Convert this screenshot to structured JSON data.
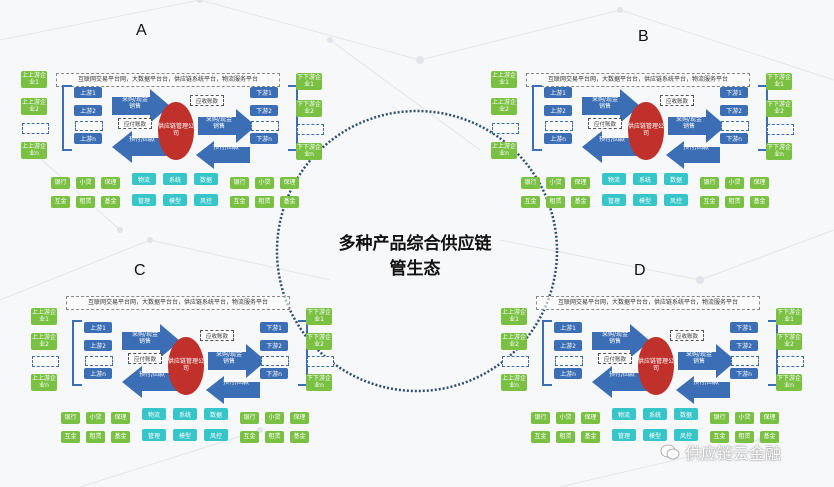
{
  "center_title_line1": "多种产品综合供应链",
  "center_title_line2": "管生态",
  "watermark": "供应链云金融",
  "panel": {
    "platform_bar": "互联网交易平台网，大数据平台台，供应链系统平台，物流服务平台",
    "upstream_enterprises": [
      "上上游企业1",
      "上上游企业2",
      "上上游企业n"
    ],
    "downstream_enterprises": [
      "下下游企业1",
      "下下游企业2",
      "下下游企业n"
    ],
    "upstream": [
      "上游1",
      "上游2",
      "上游n"
    ],
    "downstream": [
      "下游1",
      "下游2",
      "下游n"
    ],
    "center": "供应链管理公司",
    "arrow_purchase": "采购/现金销售",
    "arrow_prepay_left": "预付/回款",
    "arrow_sales": "采购/现金销售",
    "arrow_prepay_right": "预付/回款",
    "note_top": "应收账款",
    "note_left": "应付账款",
    "finance_left": [
      "银行",
      "小贷",
      "保理",
      "互金",
      "租赁",
      "基金"
    ],
    "finance_right": [
      "银行",
      "小贷",
      "保理",
      "互金",
      "租赁",
      "基金"
    ],
    "services": [
      "物流",
      "系统",
      "数据",
      "管理",
      "模型",
      "风控"
    ]
  },
  "panels": [
    {
      "label": "A"
    },
    {
      "label": "B"
    },
    {
      "label": "C"
    },
    {
      "label": "D"
    }
  ]
}
